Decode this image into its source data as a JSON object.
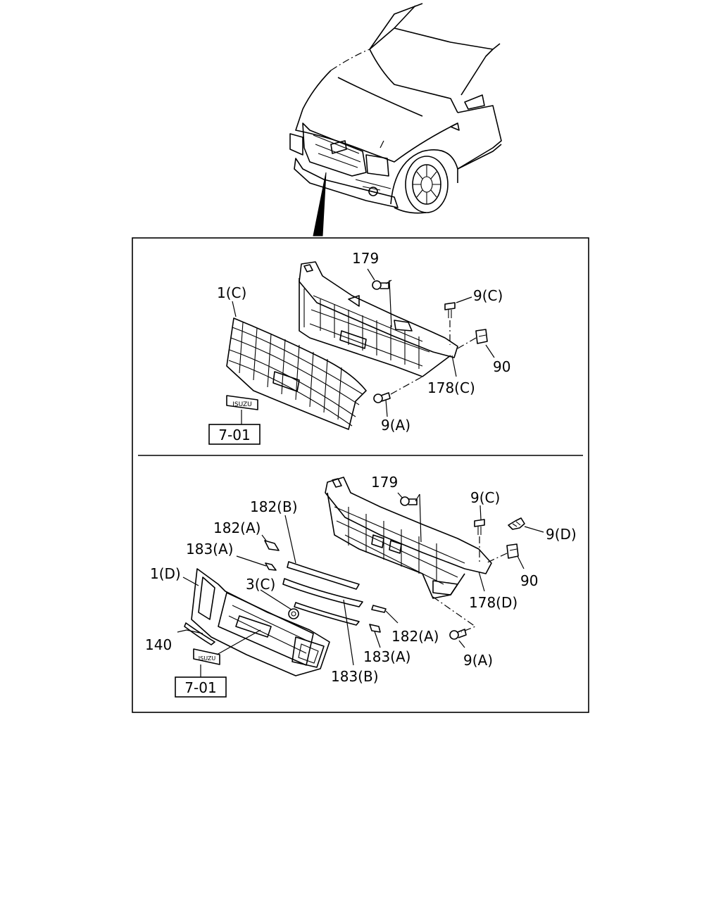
{
  "diagram": {
    "labels": {
      "p179_top": "179",
      "p1C": "1(C)",
      "p9C_top": "9(C)",
      "p90_top": "90",
      "p178C": "178(C)",
      "p9A_top": "9(A)",
      "ref_top": "7-01",
      "p179_bot": "179",
      "p182B": "182(B)",
      "p9C_bot": "9(C)",
      "p182A_1": "182(A)",
      "p9D": "9(D)",
      "p183A_1": "183(A)",
      "p90_bot": "90",
      "p1D": "1(D)",
      "p3C": "3(C)",
      "p178D": "178(D)",
      "p182A_2": "182(A)",
      "p140": "140",
      "p183A_2": "183(A)",
      "p9A_bot": "9(A)",
      "p183B": "183(B)",
      "ref_bot": "7-01"
    },
    "emblem_text": "ISUZU"
  }
}
